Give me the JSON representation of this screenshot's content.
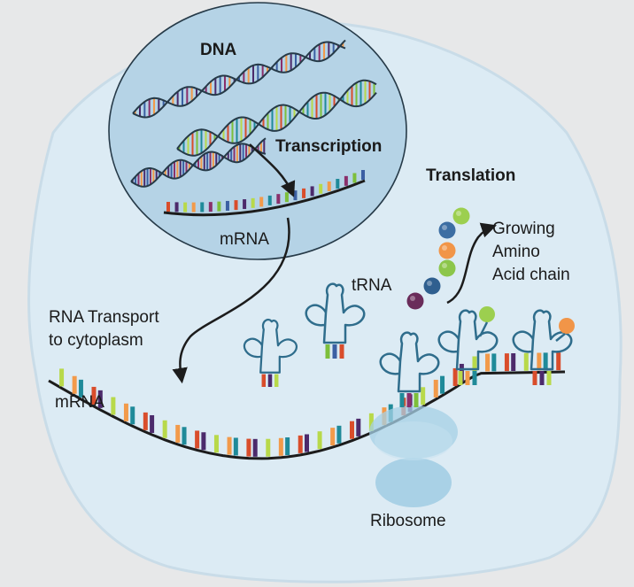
{
  "labels": {
    "dna": "DNA",
    "transcription": "Transcription",
    "translation": "Translation",
    "mrna_nucleus": "mRNA",
    "growing_line1": "Growing",
    "growing_line2": "Amino",
    "growing_line3": "Acid chain",
    "trna": "tRNA",
    "transport_line1": "RNA Transport",
    "transport_line2": "to cytoplasm",
    "mrna_cytoplasm": "mRNA",
    "ribosome": "Ribosome"
  },
  "colors": {
    "page_background": "#e7e8e9",
    "cell_fill": "#dcebf4",
    "cell_stroke": "#c9dce8",
    "nucleus_fill": "#b5d3e6",
    "nucleus_stroke": "#263a48",
    "strand": "#1c1c1c",
    "trna": "#2f6d8c",
    "ribosome": "#a5d0e5",
    "base_palette": [
      "#d94d2b",
      "#f29a4a",
      "#7dbf3b",
      "#4c2a6b",
      "#1f8a99",
      "#3b5fa3",
      "#b8d94a",
      "#8a2f6b"
    ],
    "amino_acids": [
      "#9ccf4f",
      "#3c6ea3",
      "#f19548",
      "#8cc64a",
      "#2f5f8f",
      "#6a2c5a"
    ]
  },
  "icons": [
    "dna-helix-icon",
    "trna-icon",
    "amino-acid-bead-icon",
    "ribosome-icon",
    "arrow-icon"
  ]
}
